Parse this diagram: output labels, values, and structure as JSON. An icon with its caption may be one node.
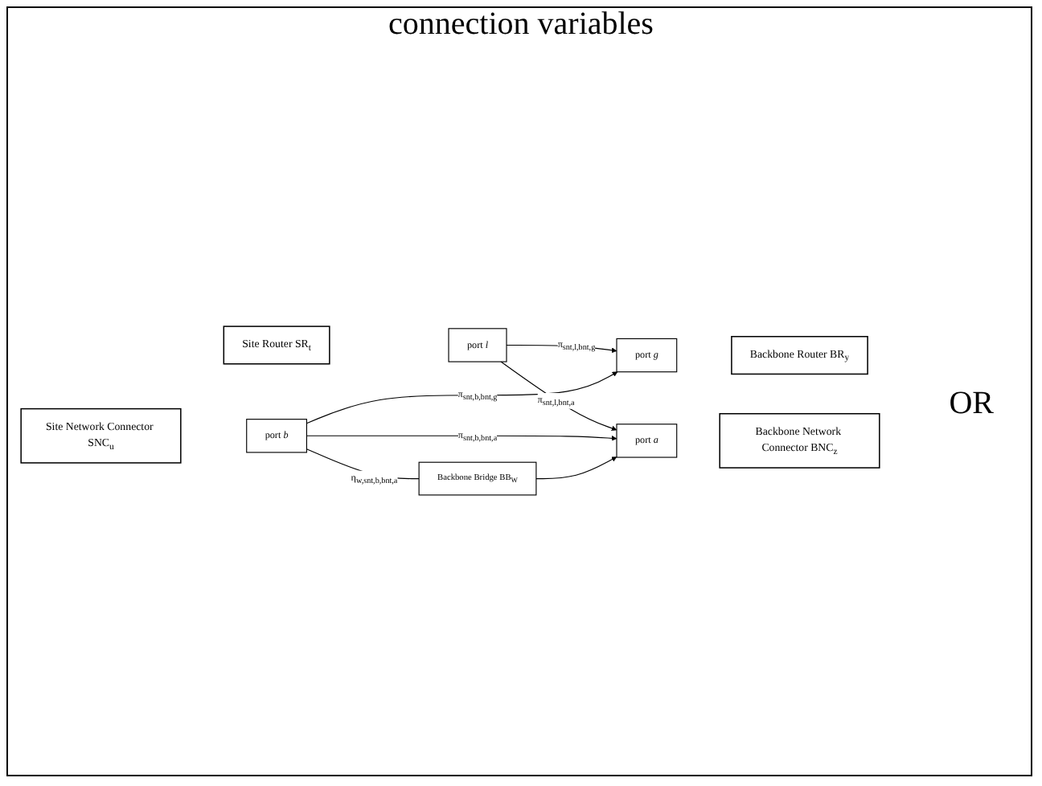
{
  "diagram": {
    "title": "connection variables",
    "nodes": [
      {
        "text": [
          "Site Router SR$_{t}$"
        ]
      },
      {
        "text": [
          "port *l*"
        ]
      },
      {
        "text": [
          "port *g*"
        ]
      },
      {
        "text": [
          "Backbone Router BR$_{y}$"
        ]
      },
      {
        "text": [
          "Site Network Connector SNC$_{u}$"
        ]
      },
      {
        "text": [
          "port *b*"
        ]
      },
      {
        "text": [
          "port *a*"
        ]
      },
      {
        "text": [
          "Backbone Network Connector BNC$_{z}$"
        ]
      },
      {
        "text": [
          "Backbone Bridge BB$_{W}$"
        ]
      }
    ],
    "edges": [
      {
        "from": 1,
        "to": 2,
        "arrow": "to",
        "label": "π$_{snt,l,bnt,g}$"
      },
      {
        "from": 5,
        "to": 2,
        "arrow": "to",
        "label": "π$_{snt,b,bnt,g}$"
      },
      {
        "from": 1,
        "to": 6,
        "arrow": "to",
        "label": "π$_{snt,l,bnt,a}$"
      },
      {
        "from": 5,
        "to": 6,
        "arrow": "to",
        "label": "π$_{snt,b,bnt,a}$"
      },
      {
        "from": 5,
        "to": 8,
        "arrow": "none",
        "label": "η$_{w,snt,b,bnt,a}$"
      },
      {
        "from": 8,
        "to": 6,
        "arrow": "to"
      }
    ],
    "labels": [
      "OR"
    ]
  }
}
